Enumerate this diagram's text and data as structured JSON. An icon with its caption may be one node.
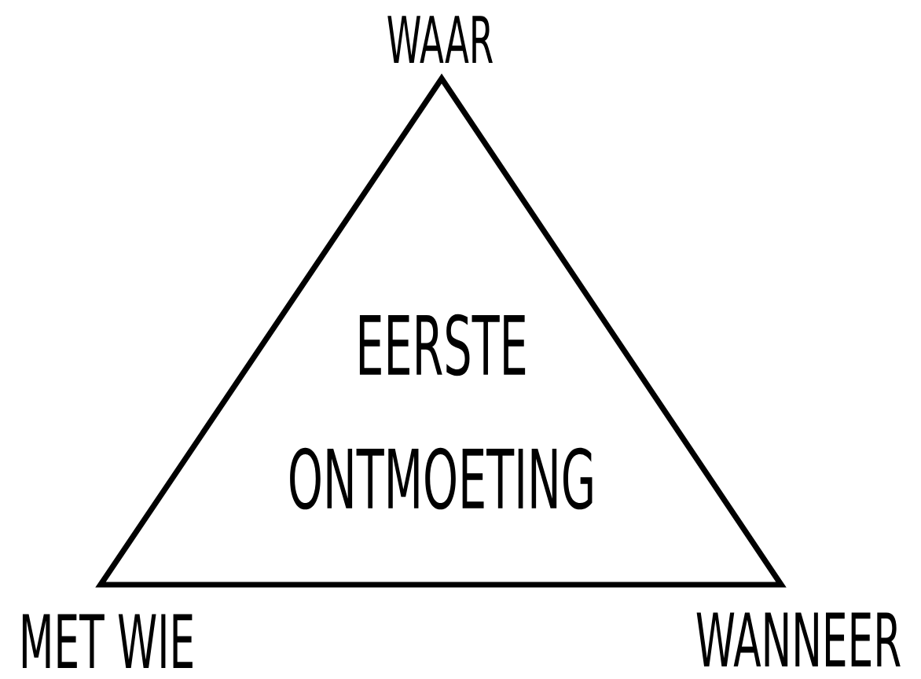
{
  "diagram": {
    "nodes": [
      {
        "text": [
          "EERSTE ONTMOETING"
        ]
      }
    ],
    "labels": [
      "WAAR",
      "MET WIE",
      "WANNEER"
    ]
  }
}
